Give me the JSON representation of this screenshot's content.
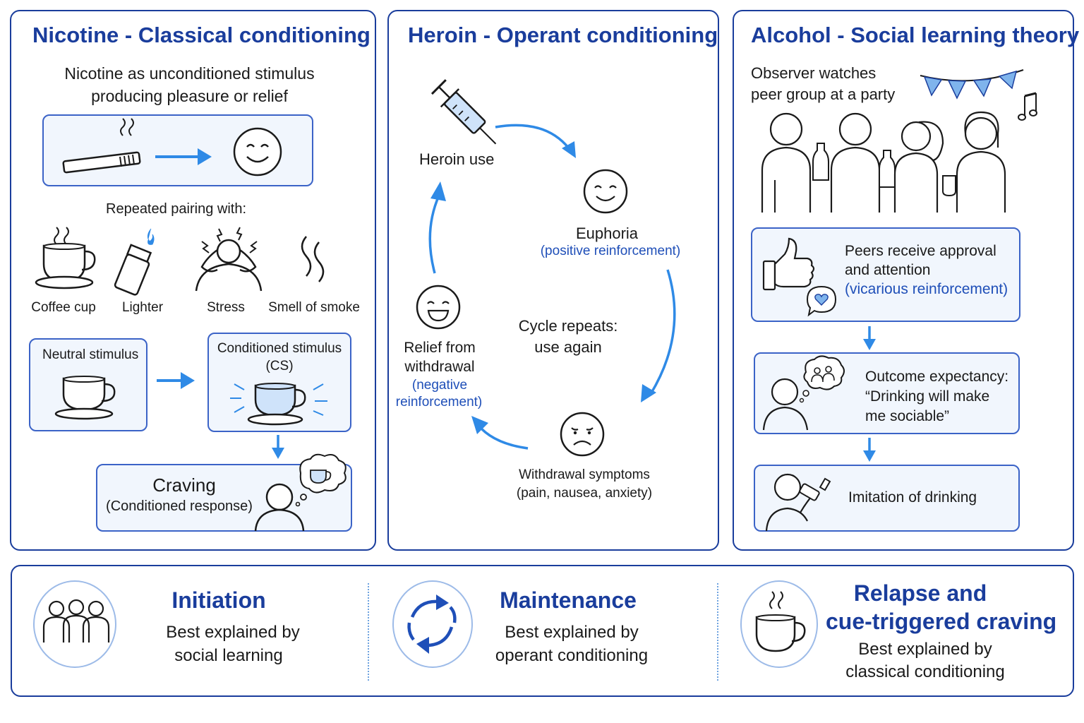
{
  "colors": {
    "panel_border": "#1a3d9c",
    "accent_blue": "#2f8ae6",
    "box_fill": "#f1f6fd",
    "reinforcement_text": "#1f4fb8"
  },
  "nicotine": {
    "title": "Nicotine - Classical conditioning",
    "intro_line1": "Nicotine as unconditioned stimulus",
    "intro_line2": "producing pleasure or relief",
    "pairing_heading": "Repeated pairing with:",
    "pairing_items": [
      {
        "label": "Coffee cup",
        "icon": "coffee-cup-icon"
      },
      {
        "label": "Lighter",
        "icon": "lighter-icon"
      },
      {
        "label": "Stress",
        "icon": "stressed-person-icon"
      },
      {
        "label": "Smell of smoke",
        "icon": "smoke-icon"
      }
    ],
    "neutral_label": "Neutral stimulus",
    "cs_label_line1": "Conditioned stimulus",
    "cs_label_line2": "(CS)",
    "craving_title": "Craving",
    "craving_sub": "(Conditioned response)"
  },
  "heroin": {
    "title": "Heroin - Operant conditioning",
    "use_label": "Heroin use",
    "euphoria_label": "Euphoria",
    "euphoria_sub": "(positive reinforcement)",
    "cycle_line1": "Cycle repeats:",
    "cycle_line2": "use again",
    "relief_line1": "Relief from",
    "relief_line2": "withdrawal",
    "relief_sub1": "(negative",
    "relief_sub2": "reinforcement)",
    "withdrawal_line1": "Withdrawal symptoms",
    "withdrawal_line2": "(pain, nausea, anxiety)"
  },
  "alcohol": {
    "title": "Alcohol - Social learning theory",
    "observer_line1": "Observer watches",
    "observer_line2": "peer group at a party",
    "approval_line1": "Peers receive approval",
    "approval_line2": "and attention",
    "approval_sub": "(vicarious reinforcement)",
    "expectancy_line1": "Outcome expectancy:",
    "expectancy_line2": "“Drinking will make",
    "expectancy_line3": "me sociable”",
    "imitation_label": "Imitation of drinking"
  },
  "summary": [
    {
      "title": "Initiation",
      "line1": "Best explained by",
      "line2": "social learning",
      "icon": "group-icon"
    },
    {
      "title": "Maintenance",
      "line1": "Best explained by",
      "line2": "operant conditioning",
      "icon": "cycle-arrows-icon"
    },
    {
      "title_line1": "Relapse and",
      "title_line2": "cue-triggered craving",
      "line1": "Best explained by",
      "line2": "classical conditioning",
      "icon": "coffee-cup-icon"
    }
  ]
}
